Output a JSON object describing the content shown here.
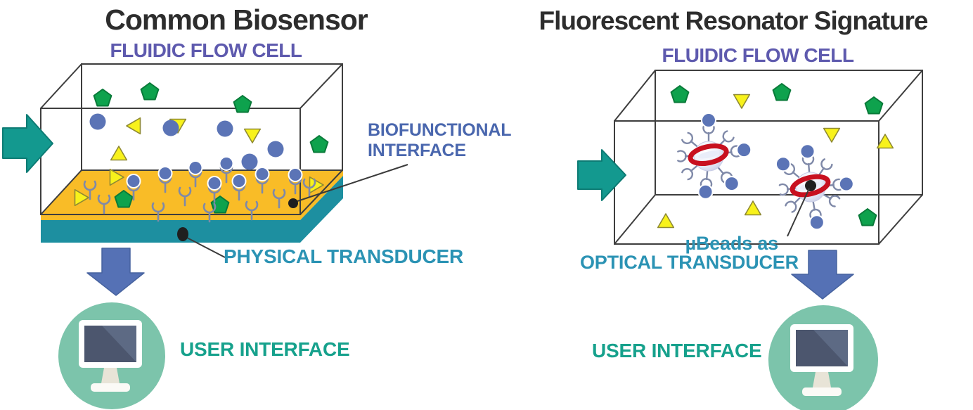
{
  "left_panel": {
    "title": "Common Biosensor",
    "flow_cell_label": "FLUIDIC FLOW CELL",
    "biofunctional_label": {
      "line1": "BIOFUNCTIONAL",
      "line2": "INTERFACE"
    },
    "physical_transducer_label": "PHYSICAL TRANSDUCER",
    "user_interface_label": "USER INTERFACE"
  },
  "right_panel": {
    "title": "Fluorescent Resonator Signature",
    "flow_cell_label": "FLUIDIC FLOW CELL",
    "optical_transducer_label": {
      "line1": "µBeads as",
      "line2": "OPTICAL TRANSDUCER"
    },
    "user_interface_label": "USER INTERFACE"
  },
  "colors": {
    "title_text": "#2d2d2d",
    "flow_cell_text": "#5e5aae",
    "biofunctional_text": "#4a67ae",
    "transducer_text": "#2b93b4",
    "user_interface_text": "#16a18c",
    "flow_arrow": "#13998f",
    "flow_arrow_edge": "#0d7b74",
    "down_arrow": "#5571b5",
    "down_arrow_edge": "#47639f",
    "interface_layer": "#f9bc27",
    "transducer_layer": "#1d8fa0",
    "wireframe": "#3e3e3e",
    "annotation_line": "#3a3a3a",
    "analyte_circle": "#5b74b6",
    "receptor": "#7f89a8",
    "pentagon_fill": "#0ea24d",
    "pentagon_edge": "#097a39",
    "triangle_fill": "#f8f21b",
    "triangle_edge": "#8f8a33",
    "bead_ring": "#c8101f",
    "bead_hole": "#e9edf9",
    "monitor_circle": "#7cc4ab",
    "monitor_screen_dark": "#4c566e",
    "monitor_screen_light": "#5d6a84",
    "monitor_stand": "#e8e4d7",
    "monitor_frame": "#ffffff",
    "dot": "#1f1f1f"
  }
}
